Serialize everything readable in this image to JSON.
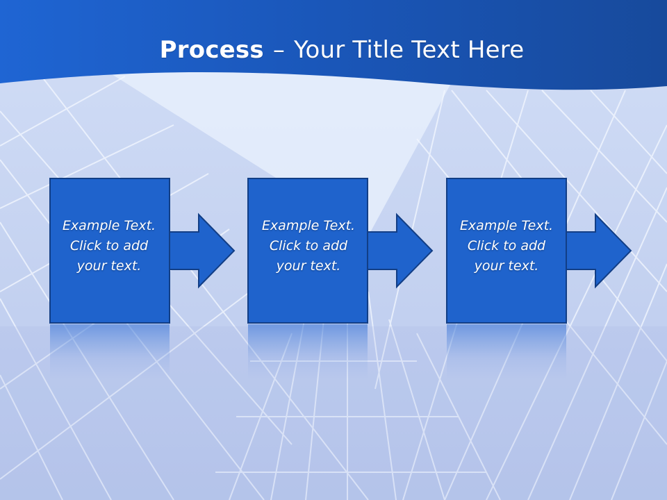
{
  "slide": {
    "title_bold": "Process",
    "title_separator": "–",
    "title_rest": "Your Title Text Here"
  },
  "process_steps": [
    {
      "lines": [
        "Example Text.",
        "Click  to add",
        "your text."
      ]
    },
    {
      "lines": [
        "Example Text.",
        "Click  to add",
        "your text."
      ]
    },
    {
      "lines": [
        "Example Text.",
        "Click  to add",
        "your text."
      ]
    }
  ],
  "colors": {
    "header_blue": "#1a5ec4",
    "box_blue": "#1f63cc",
    "box_border": "#123e85",
    "background": "#c3d2f0"
  }
}
